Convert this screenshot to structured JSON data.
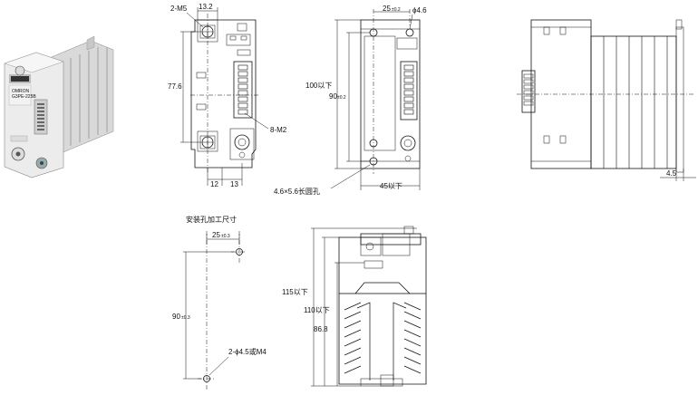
{
  "front_view": {
    "label_2m5": "2-M5",
    "dim_13_2": "13.2",
    "dim_77_6": "77.6",
    "label_8m2": "8-M2",
    "dim_12": "12",
    "dim_13": "13"
  },
  "rear_view": {
    "dim_25": "25",
    "tol_25": "±0.2",
    "dia_4_6": "ϕ4.6",
    "dim_100": "100以下",
    "dim_90": "90",
    "tol_90": "±0.2",
    "slot": "4.6×5.6长圆孔",
    "dim_45": "45以下"
  },
  "side_view": {
    "dim_4_5": "4.5"
  },
  "mounting": {
    "title": "安装孔加工尺寸",
    "dim_25": "25",
    "tol_25": "±0.3",
    "dim_90": "90",
    "tol_90": "±0.3",
    "holes": "2-ϕ4.5或M4"
  },
  "bottom_view": {
    "dim_115": "115以下",
    "dim_110": "110以下",
    "dim_86_8": "86.8"
  },
  "photo": {
    "brand": "OMRON",
    "model": "G3PE-225B"
  }
}
